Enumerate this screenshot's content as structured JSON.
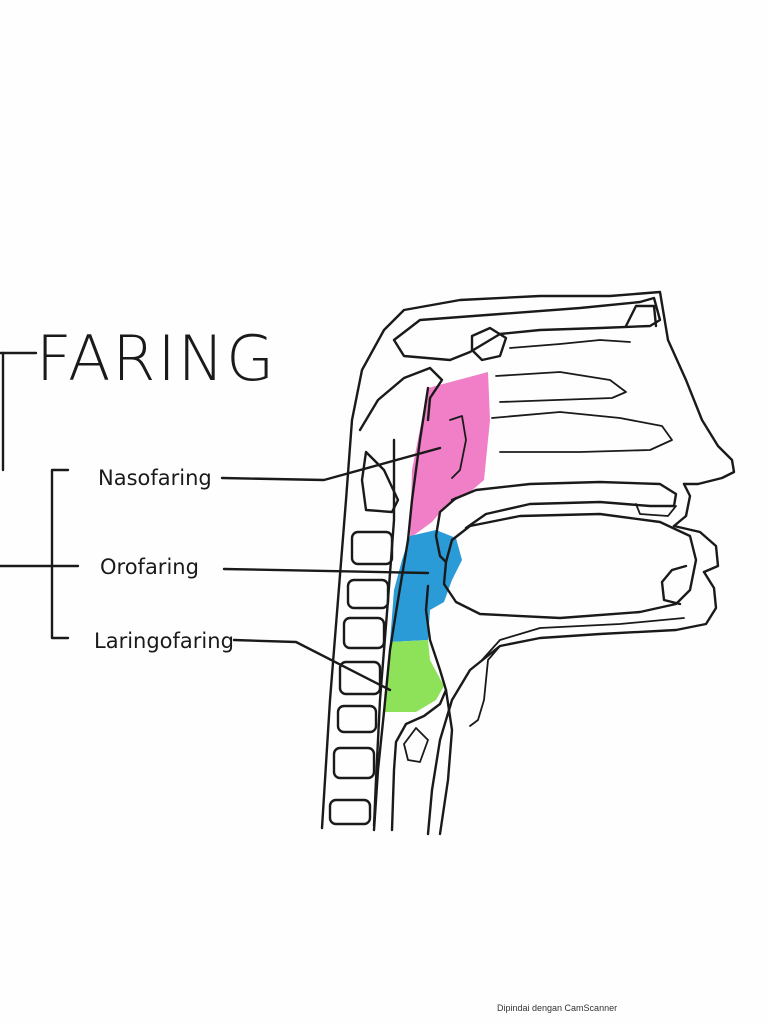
{
  "title": "FARING",
  "labels": {
    "nasofaring": "Nasofaring",
    "orofaring": "Orofaring",
    "laringofaring": "Laringofaring"
  },
  "footer": "Dipindai dengan CamScanner",
  "colors": {
    "nasopharynx": "#f07fc7",
    "oropharynx": "#2a9bd6",
    "laryngopharynx": "#8ee25a",
    "ink": "#1a1a1a"
  }
}
